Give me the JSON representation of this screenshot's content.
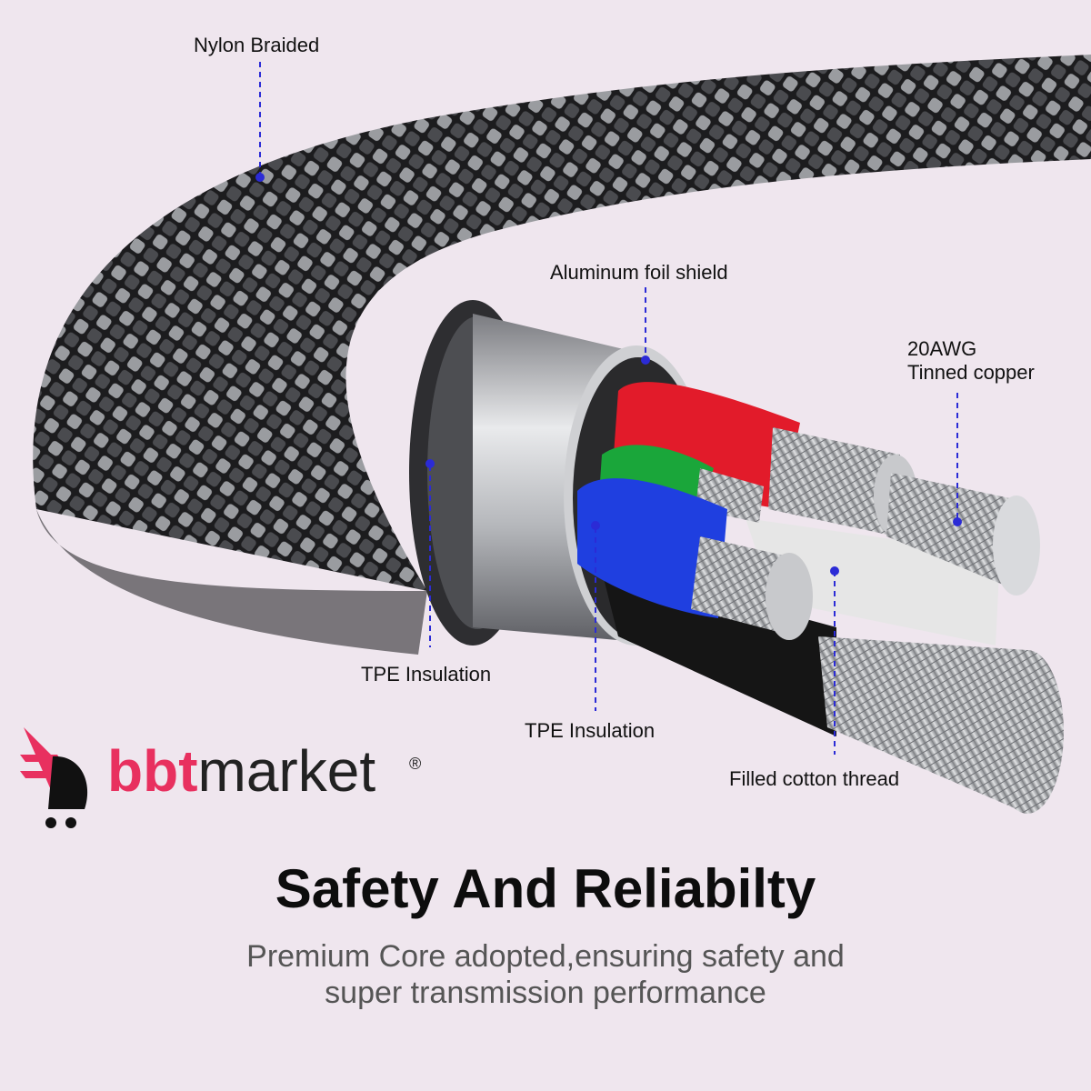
{
  "labels": {
    "nylon": "Nylon Braided",
    "aluminum": "Aluminum foil shield",
    "awg_line1": "20AWG",
    "awg_line2": "Tinned copper",
    "tpe_outer": "TPE Insulation",
    "tpe_inner": "TPE Insulation",
    "cotton": "Filled cotton thread"
  },
  "brand": {
    "accent": "bbt",
    "rest": "market",
    "reg": "®"
  },
  "headline": "Safety And Reliabilty",
  "subline": {
    "line1": "Premium Core adopted,ensuring safety and",
    "line2": "super transmission performance"
  },
  "colors": {
    "background": "#efe6ee",
    "wire_red": "#e21b2a",
    "wire_green": "#1aa63a",
    "wire_blue": "#1f3fe0",
    "wire_black": "#151515",
    "callout": "#2b2bd6",
    "brand_accent": "#e8305f"
  }
}
